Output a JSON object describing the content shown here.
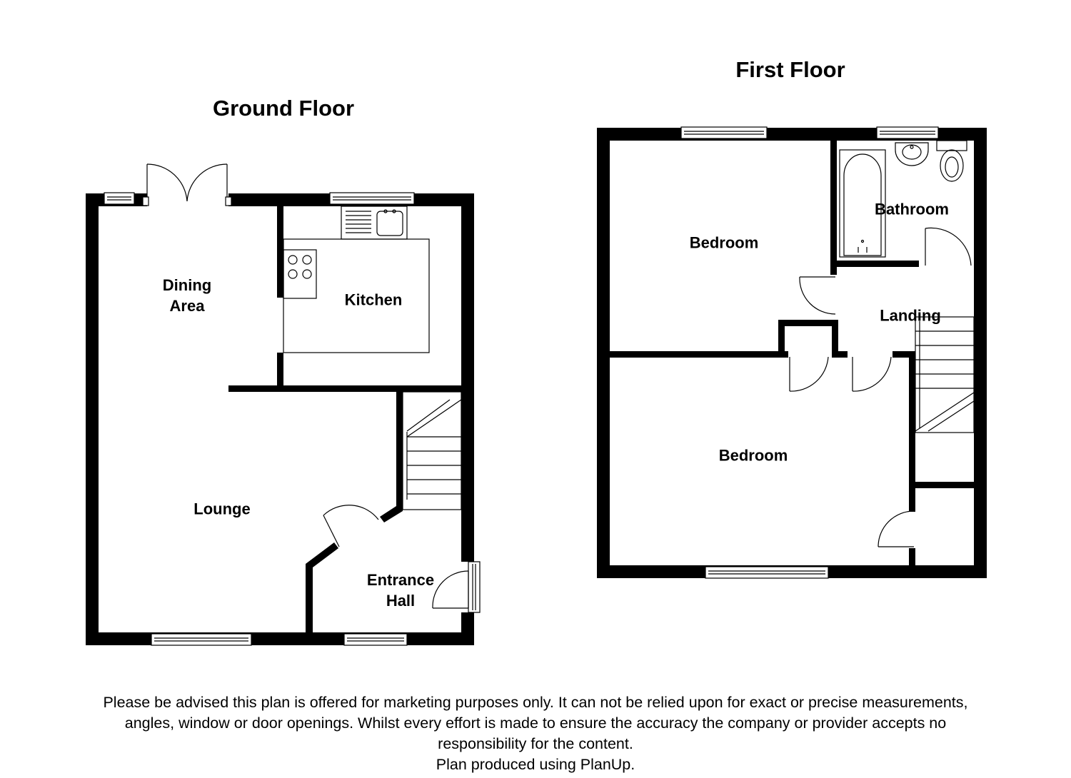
{
  "floors": {
    "ground": {
      "title": "Ground Floor",
      "rooms": {
        "dining_line1": "Dining",
        "dining_line2": "Area",
        "kitchen": "Kitchen",
        "lounge": "Lounge",
        "entrance_line1": "Entrance",
        "entrance_line2": "Hall"
      }
    },
    "first": {
      "title": "First Floor",
      "rooms": {
        "bedroom_1": "Bedroom",
        "bathroom": "Bathroom",
        "landing": "Landing",
        "bedroom_2": "Bedroom"
      }
    }
  },
  "disclaimer": {
    "line1": "Please be advised this plan is offered for marketing purposes only. It can not be relied upon for exact or precise measurements,",
    "line2": "angles, window or door openings. Whilst every effort is made to ensure the accuracy the company or provider accepts no",
    "line3": "responsibility for the content.",
    "line4": "Plan produced using PlanUp."
  }
}
